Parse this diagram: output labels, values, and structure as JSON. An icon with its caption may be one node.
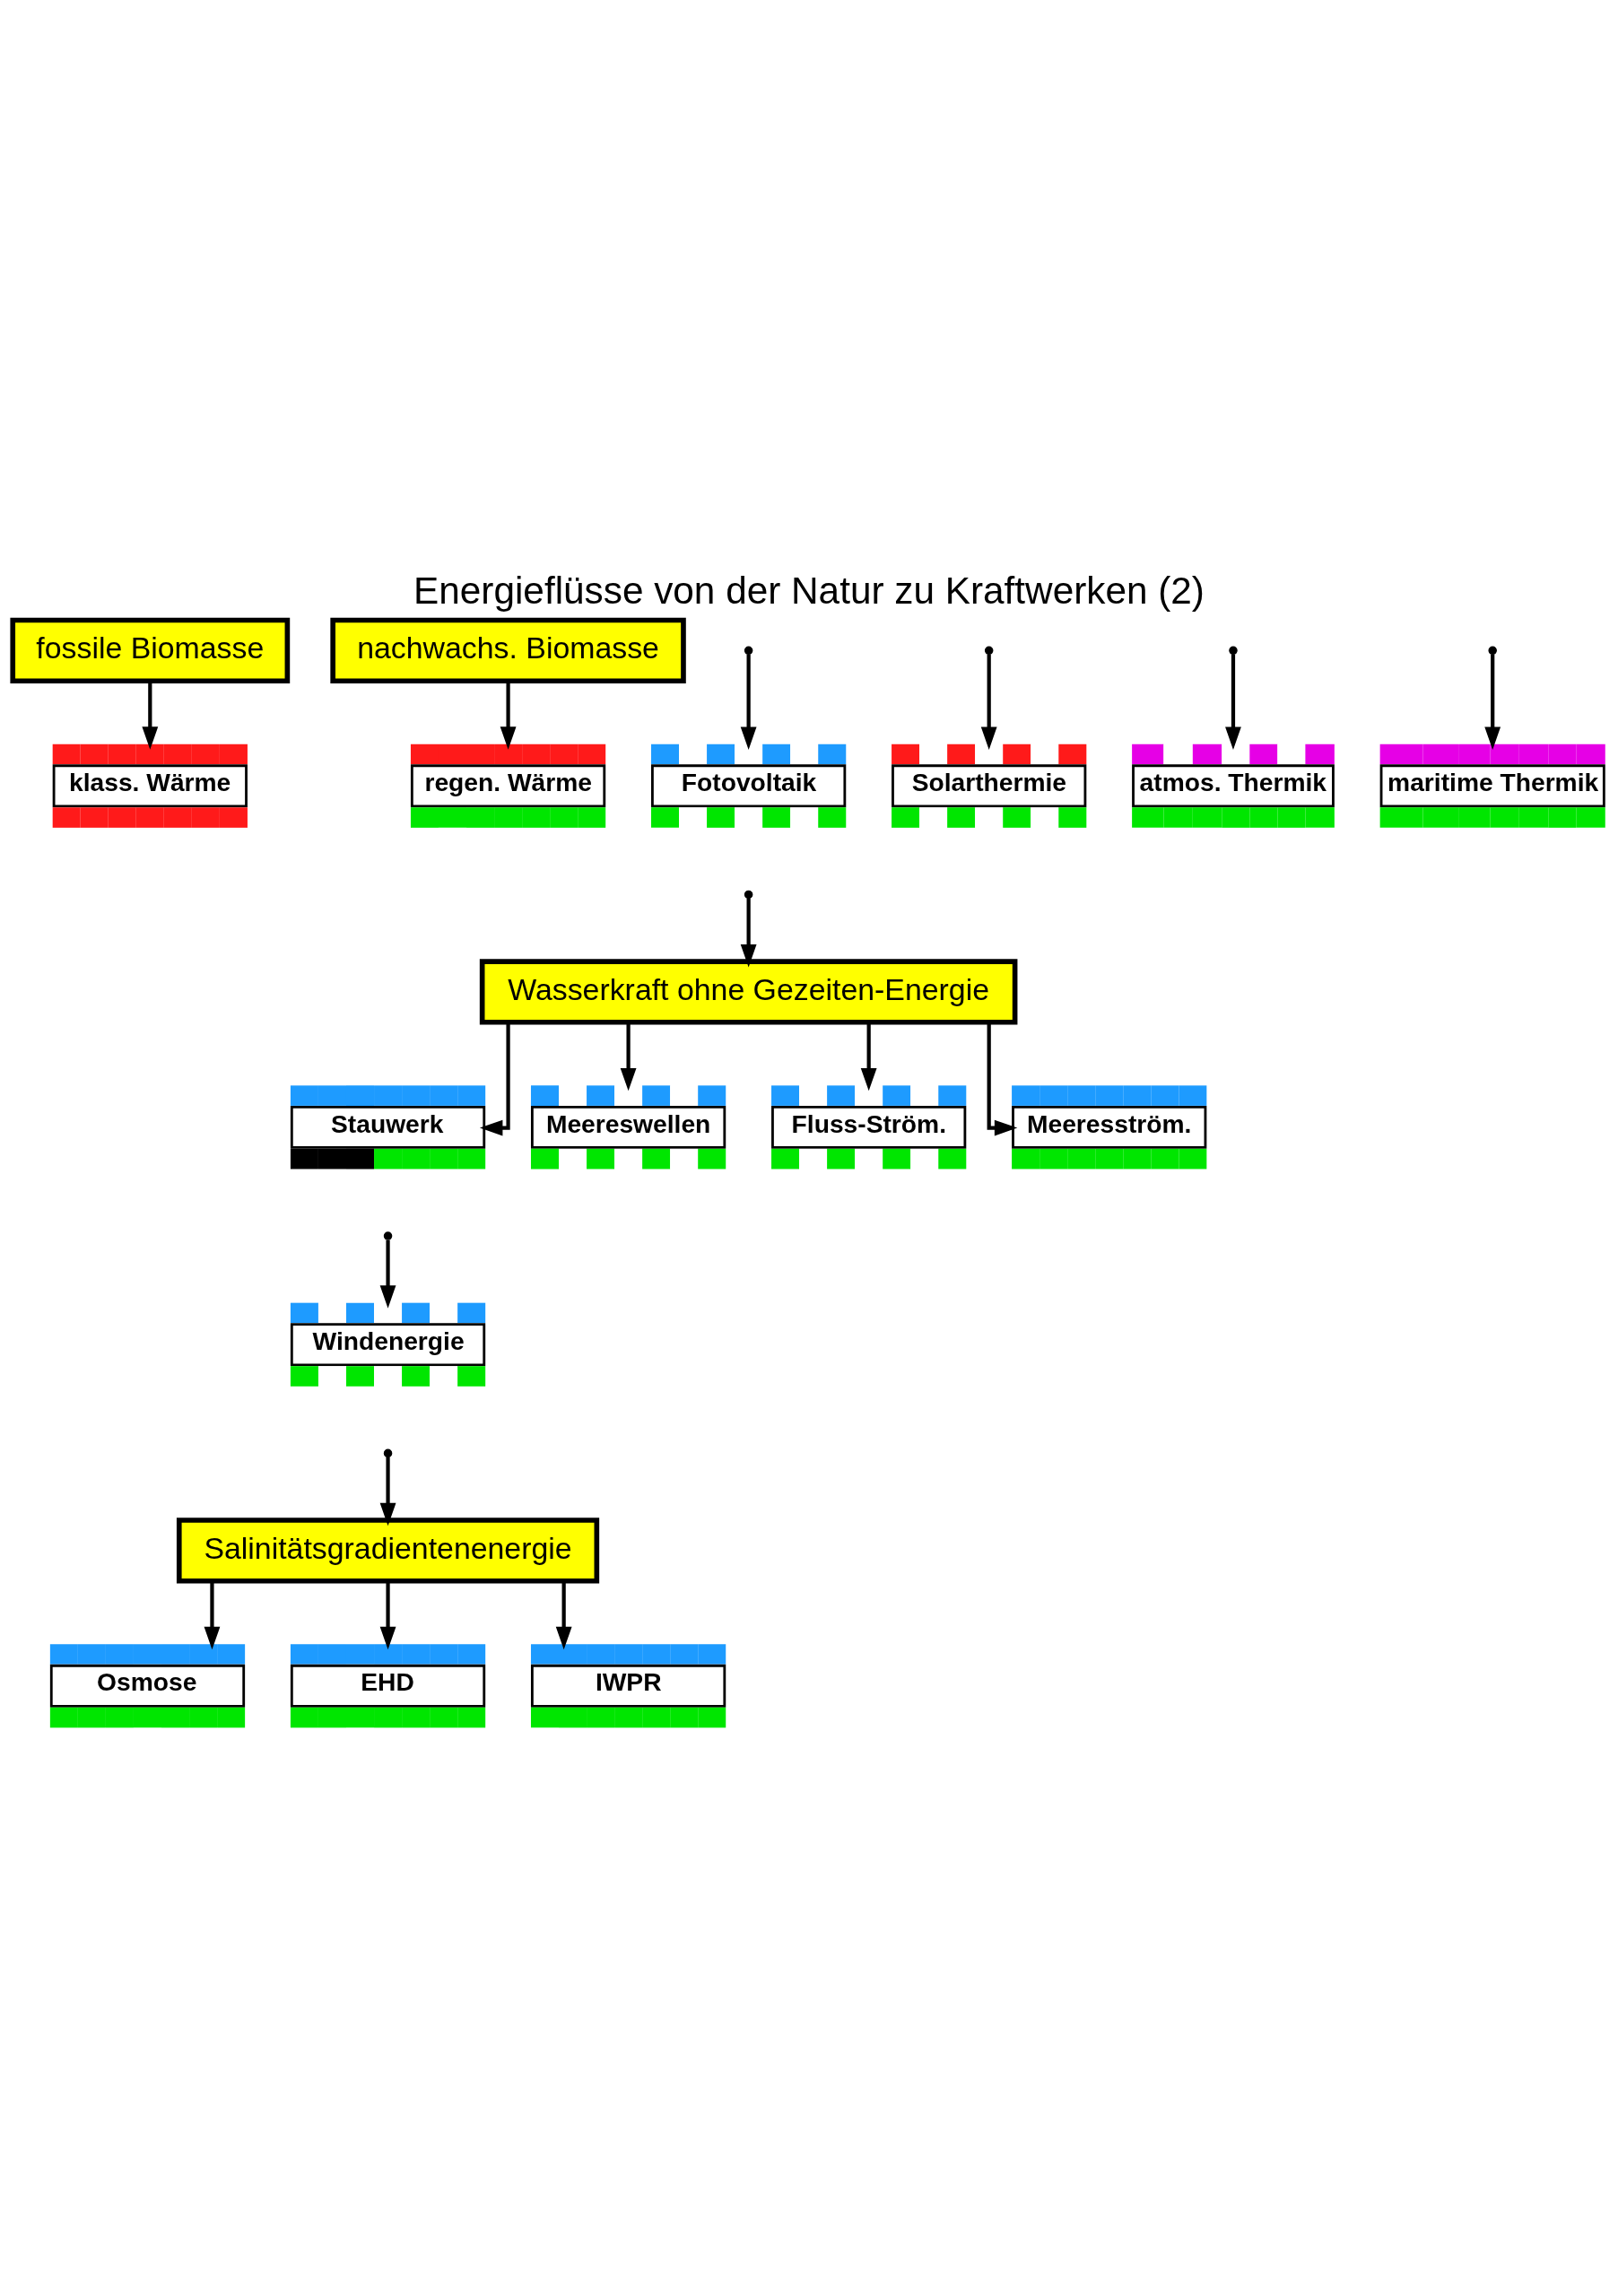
{
  "diagram": {
    "title": "Energieflüsse von der Natur zu Kraftwerken (2)",
    "nodes": [
      {
        "text": [
          "fossile Biomasse"
        ]
      },
      {
        "text": [
          "nachwachs. Biomasse"
        ]
      },
      {
        "text": [
          "Fotovoltaik"
        ]
      },
      {
        "text": [
          "Solarthermie"
        ]
      },
      {
        "text": [
          "klass. Wärme"
        ]
      },
      {
        "text": [
          "regen. Wärme"
        ]
      },
      {
        "text": [
          "Wasserkraft ohne Gezeiten-Energie"
        ]
      },
      {
        "text": [
          "Stauwerk"
        ]
      },
      {
        "text": [
          "Meereswellen"
        ]
      },
      {
        "text": [
          "Fluss-Ström."
        ]
      },
      {
        "text": [
          "Meeresström."
        ]
      },
      {
        "text": [
          "Windenergie"
        ]
      },
      {
        "text": [
          "atmos. Thermik"
        ]
      },
      {
        "text": [
          "maritime Thermik"
        ]
      },
      {
        "text": [
          "Salinitätsgradientenenergie"
        ]
      },
      {
        "text": [
          "Osmose"
        ]
      },
      {
        "text": [
          "EHD"
        ]
      },
      {
        "text": [
          "IWPR"
        ]
      }
    ],
    "edges": [
      {
        "from": null,
        "to": 2,
        "arrow": "to"
      },
      {
        "from": null,
        "to": 3,
        "arrow": "to"
      },
      {
        "from": 0,
        "to": 4,
        "arrow": "to"
      },
      {
        "from": 1,
        "to": 5,
        "arrow": "to"
      },
      {
        "from": null,
        "to": 6,
        "arrow": "to"
      },
      {
        "from": 6,
        "to": 7,
        "arrow": "to"
      },
      {
        "from": 6,
        "to": 8,
        "arrow": "to"
      },
      {
        "from": 6,
        "to": 9,
        "arrow": "to"
      },
      {
        "from": 6,
        "to": 10,
        "arrow": "to"
      },
      {
        "from": null,
        "to": 11,
        "arrow": "to"
      },
      {
        "from": null,
        "to": 12,
        "arrow": "to"
      },
      {
        "from": null,
        "to": 13,
        "arrow": "to"
      },
      {
        "from": null,
        "to": 14,
        "arrow": "to"
      },
      {
        "from": 14,
        "to": 15,
        "arrow": "to"
      },
      {
        "from": 14,
        "to": 16,
        "arrow": "to"
      },
      {
        "from": 14,
        "to": 17,
        "arrow": "to"
      }
    ]
  }
}
